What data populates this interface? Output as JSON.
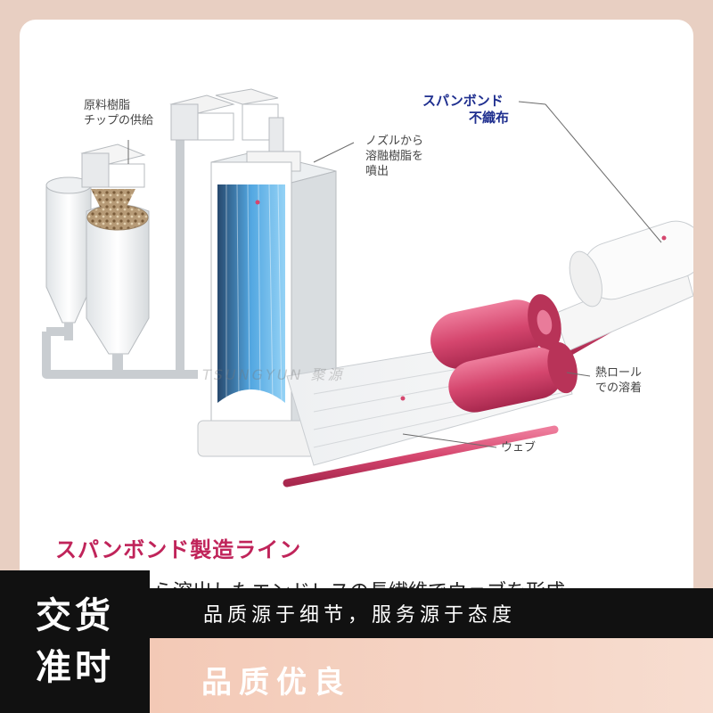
{
  "labels": {
    "raw_supply": [
      "原料樹脂",
      "チップの供給"
    ],
    "nozzle": [
      "ノズルから",
      "溶融樹脂を",
      "噴出"
    ],
    "spunbond": [
      "スパンボンド",
      "不織布"
    ],
    "heat_roll": [
      "熱ロール",
      "での溶着"
    ],
    "web": "ウェブ"
  },
  "watermark": "TSUNGYUN 聚源",
  "caption": "スパンボンド製造ライン",
  "subcaption": "ら溶出したエンドレスの長繊維でウェブを形成",
  "badge": {
    "line1": "交货",
    "line2": "准时"
  },
  "slogan": "品质源于细节，服务源于态度",
  "quality": "品质优良",
  "colors": {
    "roll": "#d5466e",
    "spunbond_text": "#1f2f8f",
    "caption": "#c0245a",
    "fiber": "#4aa3e0"
  }
}
